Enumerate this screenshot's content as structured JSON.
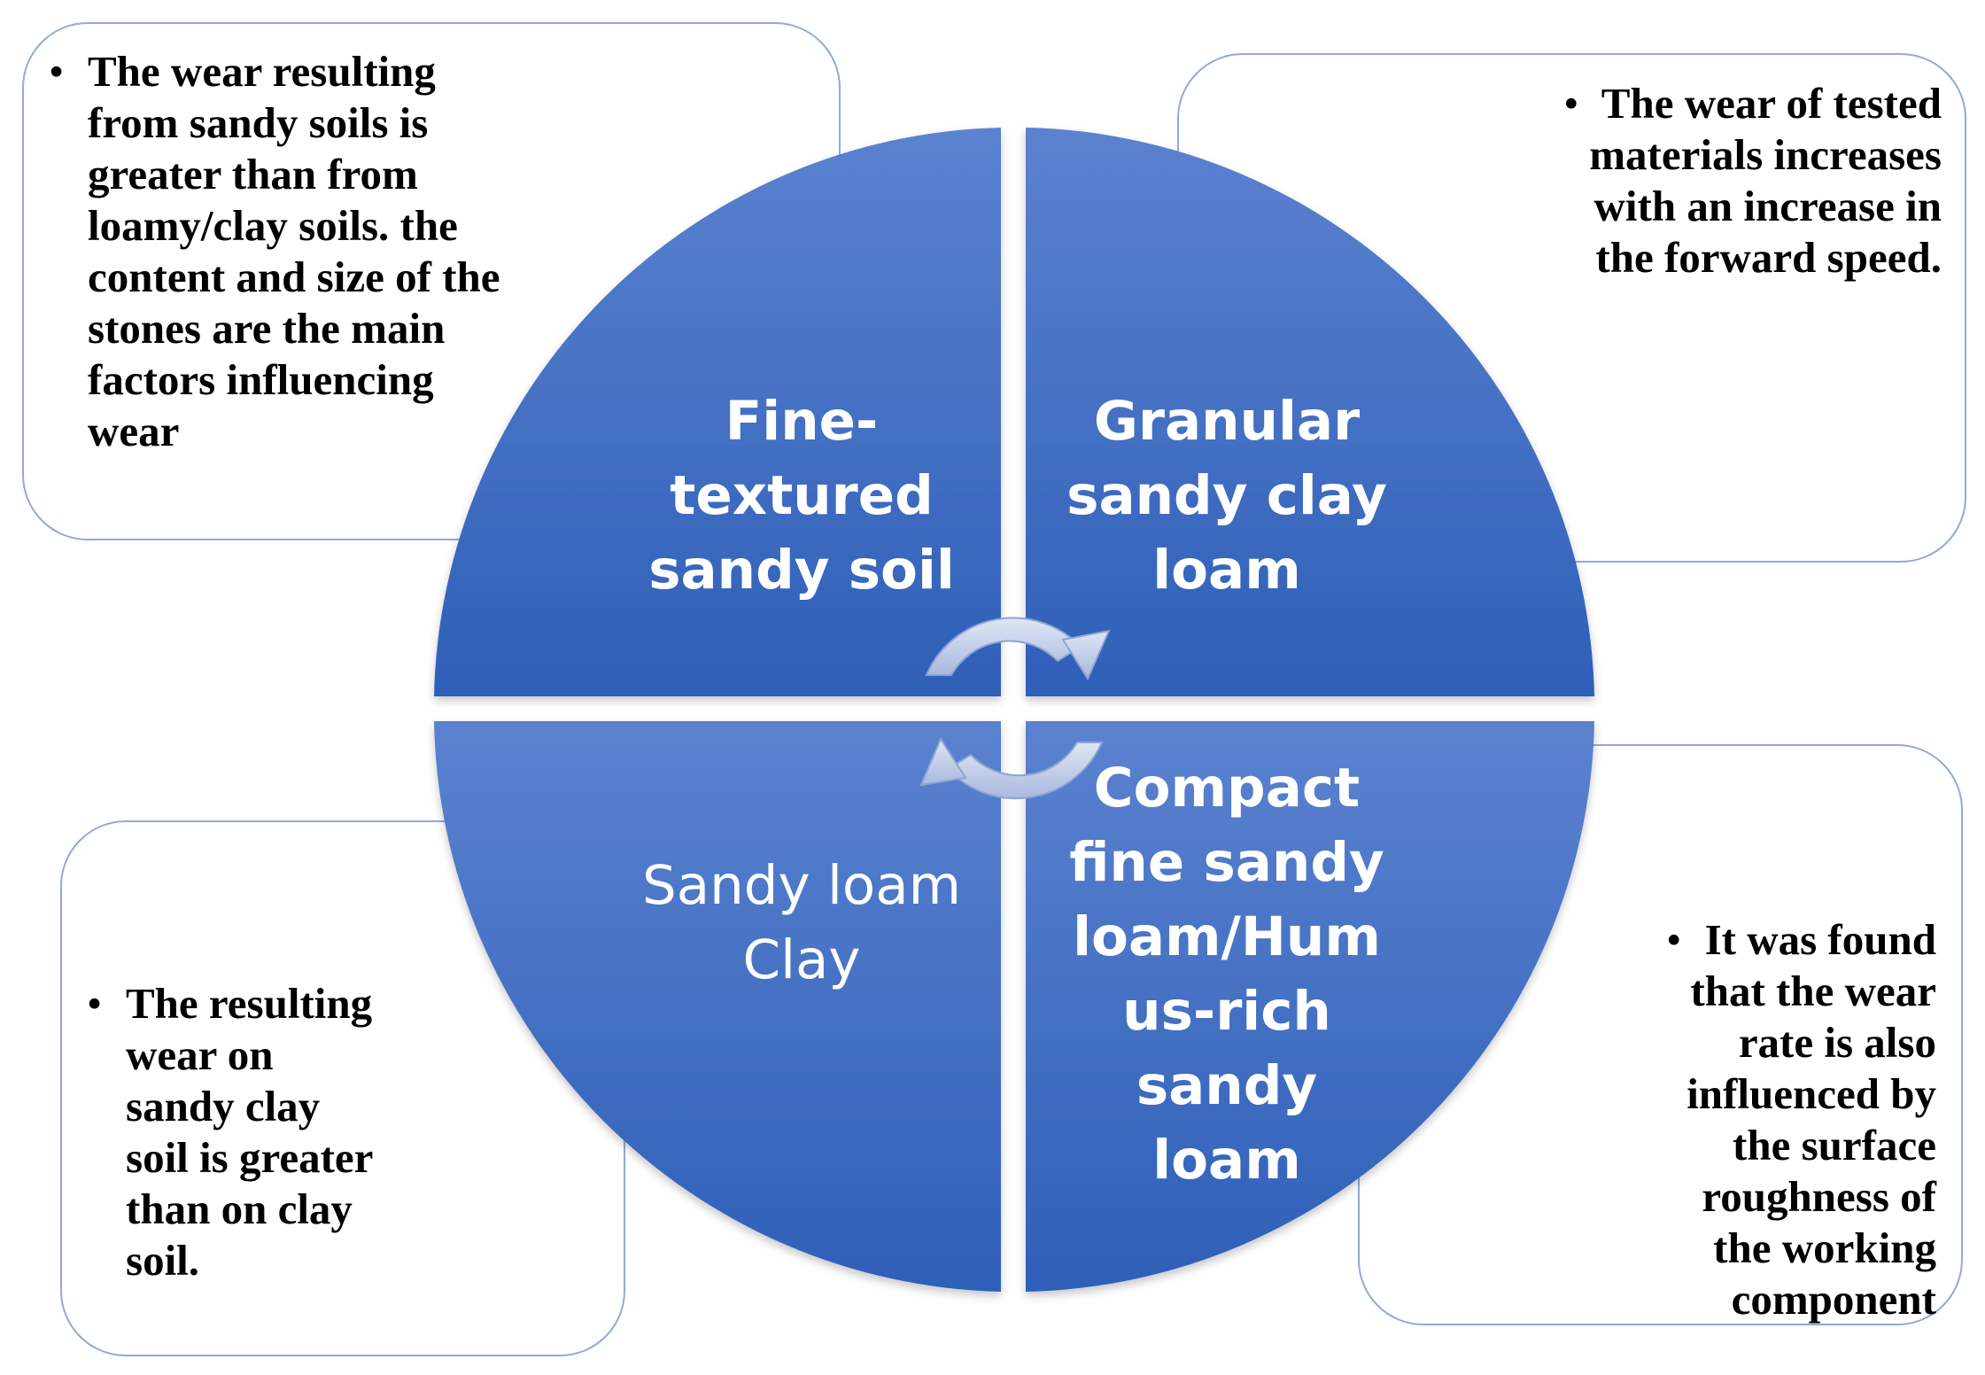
{
  "quadrants": {
    "top_left": {
      "lines": [
        "Fine-",
        "textured",
        "sandy soil"
      ],
      "bold": true
    },
    "top_right": {
      "lines": [
        "Granular",
        "sandy clay",
        "loam"
      ],
      "bold": true
    },
    "bottom_left": {
      "lines": [
        "Sandy loam",
        "Clay"
      ],
      "bold": false
    },
    "bottom_right": {
      "lines": [
        "Compact",
        "fine sandy",
        "loam/Hum",
        "us-rich",
        "sandy",
        "loam"
      ],
      "bold": true
    }
  },
  "notes": {
    "top_left": {
      "lines": [
        "The wear resulting",
        "from sandy soils is",
        "greater than from",
        "loamy/clay soils. the",
        "content and size of the",
        "stones are the main",
        "factors influencing",
        "wear"
      ]
    },
    "top_right": {
      "lines": [
        "The wear of tested",
        "materials increases",
        "with an increase in",
        "the forward speed."
      ]
    },
    "bottom_left": {
      "lines": [
        "The resulting",
        "wear on",
        "sandy clay",
        "soil is greater",
        "than on clay",
        "soil."
      ]
    },
    "bottom_right": {
      "lines": [
        "It was found",
        "that the wear",
        "rate is also",
        "influenced by",
        "the surface",
        "roughness of",
        "the working",
        "component"
      ]
    }
  },
  "icons": {
    "cycle_arrows": [
      "arrow-clockwise-icon",
      "arrow-counterclockwise-icon"
    ]
  },
  "colors": {
    "quadrant_fill_top": "#5b82cf",
    "quadrant_fill_bottom": "#2e5fb8",
    "box_border": "#8faadc",
    "arrow_fill": "#c4cfe8"
  }
}
